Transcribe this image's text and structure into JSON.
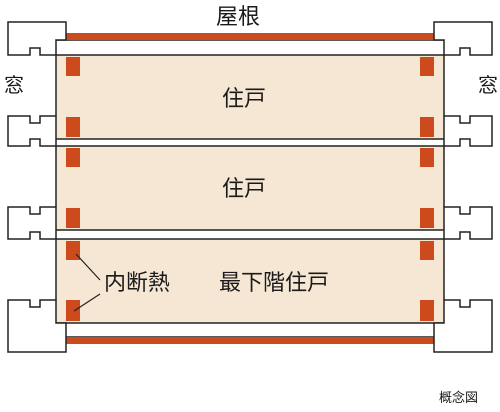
{
  "labels": {
    "roof": "屋根",
    "window_left": "窓",
    "window_right": "窓",
    "unit_top": "住戸",
    "unit_middle": "住戸",
    "unit_bottom": "最下階住戸",
    "insulation": "内断熱",
    "caption": "概念図"
  },
  "colors": {
    "room_fill": "#f6e7d4",
    "insulation": "#cc4a1c",
    "outline": "#222222",
    "background": "#ffffff"
  }
}
